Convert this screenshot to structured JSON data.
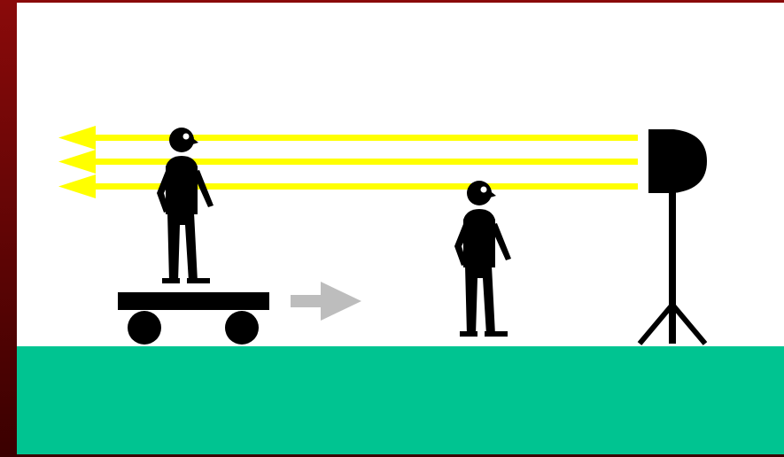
{
  "colors": {
    "frame_dark": "#3a0000",
    "frame_mid": "#8a0a0a",
    "sky": "#ffffff",
    "ground": "#00c491",
    "light_rays": "#ffff00",
    "motion_arrow": "#bdbdbd",
    "figure": "#000000",
    "eye": "#ffffff"
  },
  "icons": {
    "light_source": "lamp-icon",
    "moving_observer": "person-icon",
    "cart": "cart-icon",
    "motion": "arrow-right-icon",
    "stationary_observer": "person-icon",
    "light_rays": "arrow-left-icon"
  },
  "scene": {
    "light_ray_count": 3,
    "ray_direction": "left",
    "cart_motion_direction": "right"
  }
}
